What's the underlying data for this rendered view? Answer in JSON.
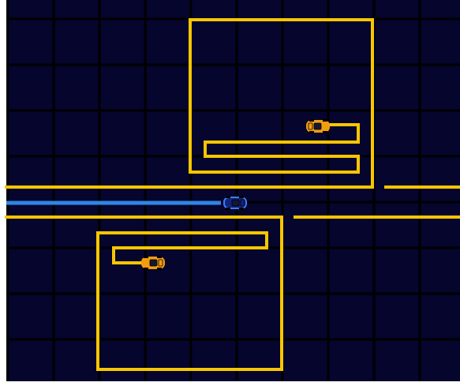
{
  "game": {
    "title": "",
    "colors": {
      "background": "#05052e",
      "grid_line": "#000000",
      "wall": "#f7c600",
      "player_car": "#14237a",
      "player_outline": "#3b7bff",
      "player_trail": "#2e86e6",
      "enemy_car": "#f39c12",
      "page_border": "#ffffff"
    },
    "entities": {
      "player": {
        "kind": "light-cycle",
        "heading": "right",
        "icon": "car-icon"
      },
      "enemies": [
        {
          "kind": "light-cycle",
          "heading": "left",
          "icon": "car-icon"
        },
        {
          "kind": "light-cycle",
          "heading": "right",
          "icon": "car-icon"
        }
      ]
    },
    "grid": {
      "visible": true
    }
  }
}
